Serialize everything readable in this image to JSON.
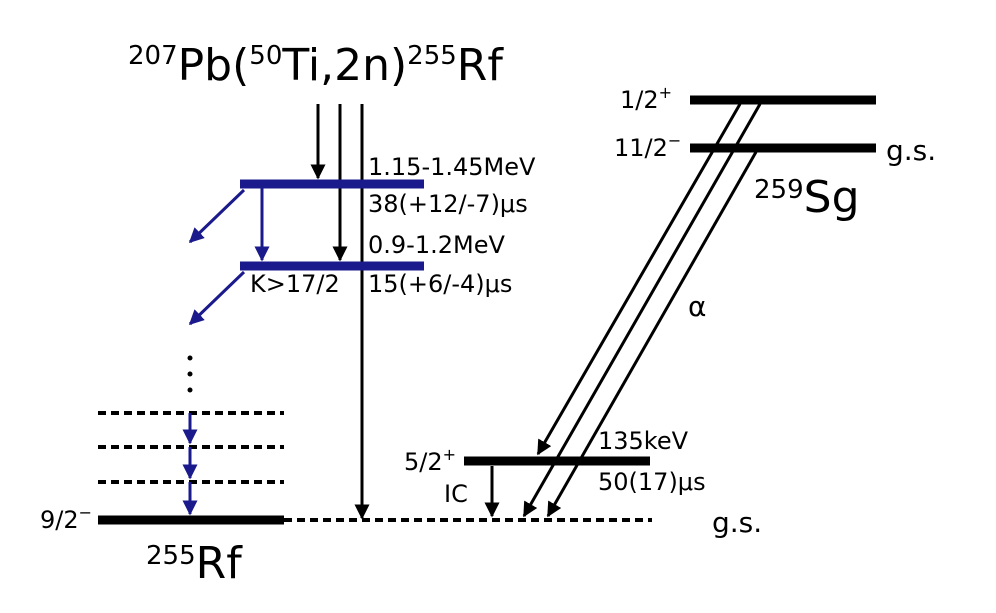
{
  "reaction": {
    "target_mass": "207",
    "target": "Pb(",
    "beam_mass": "50",
    "beam_rest": "Ti,2n)",
    "product_mass": "255",
    "product": "Rf"
  },
  "rf255": {
    "isotope_mass": "255",
    "isotope": "Rf",
    "ground_state_spin": "9/2",
    "ground_state_parity": "−",
    "isomer1": {
      "energy": "1.15-1.45MeV",
      "halflife": "38(+12/-7)μs"
    },
    "isomer2": {
      "energy": "0.9-1.2MeV",
      "halflife": "15(+6/-4)μs",
      "k_label": "K>17/2"
    },
    "ellipsis": "⋮"
  },
  "sg259": {
    "isotope_mass": "259",
    "isotope": "Sg",
    "level_upper_spin": "1/2",
    "level_upper_parity": "+",
    "level_lower_spin": "11/2",
    "level_lower_parity": "−",
    "gs_label": "g.s.",
    "alpha_label": "α"
  },
  "daughter": {
    "level_spin": "5/2",
    "level_parity": "+",
    "energy": "135keV",
    "halflife": "50(17)μs",
    "ic_label": "IC",
    "gs_label": "g.s."
  },
  "colors": {
    "blue_levels": "#1a1a8c",
    "black": "#000000"
  }
}
